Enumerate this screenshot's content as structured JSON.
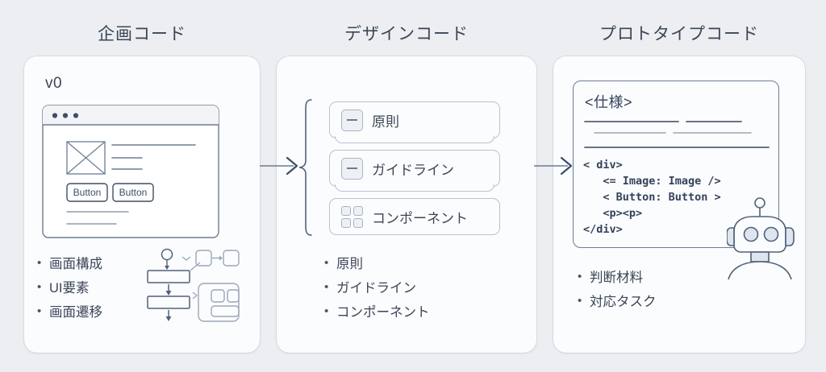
{
  "theme": {
    "background": "#eceef2",
    "panel_bg": "#fbfcfd",
    "ink": "#3b4657",
    "line": "#6a7d94",
    "soft_line": "#b9c3d1",
    "icon_fill": "#edf0f5"
  },
  "columns": [
    {
      "title": "企画コード"
    },
    {
      "title": "デザインコード"
    },
    {
      "title": "プロトタイプコード"
    }
  ],
  "panel_1": {
    "version_label": "v0",
    "wireframe": {
      "dots": 3,
      "image_placeholder": "image-placeholder-x",
      "buttons": [
        "Button",
        "Button"
      ],
      "text_lines": 5
    },
    "bullets": [
      "画面構成",
      "UI要素",
      "画面遷移"
    ],
    "sketch_name": "flow-sketch"
  },
  "panel_2": {
    "cards": [
      {
        "icon": "minus-box-icon",
        "label": "原則",
        "stacked": true
      },
      {
        "icon": "minus-box-icon",
        "label": "ガイドライン",
        "stacked": true
      },
      {
        "icon": "grid-four-icon",
        "label": "コンポーネント",
        "stacked": false
      }
    ],
    "bullets": [
      "原則",
      "ガイドライン",
      "コンポーネント"
    ]
  },
  "panel_3": {
    "spec_title": "<仕様>",
    "code_lines": [
      "< div>",
      "   <= Image: Image />",
      "   < Button: Button >",
      "   <p><p>",
      "</div>"
    ],
    "bullets": [
      "判断材料",
      "対応タスク"
    ],
    "robot_name": "robot-illustration"
  },
  "arrows": [
    {
      "name": "arrow-planning-to-design"
    },
    {
      "name": "arrow-design-to-prototype"
    }
  ]
}
